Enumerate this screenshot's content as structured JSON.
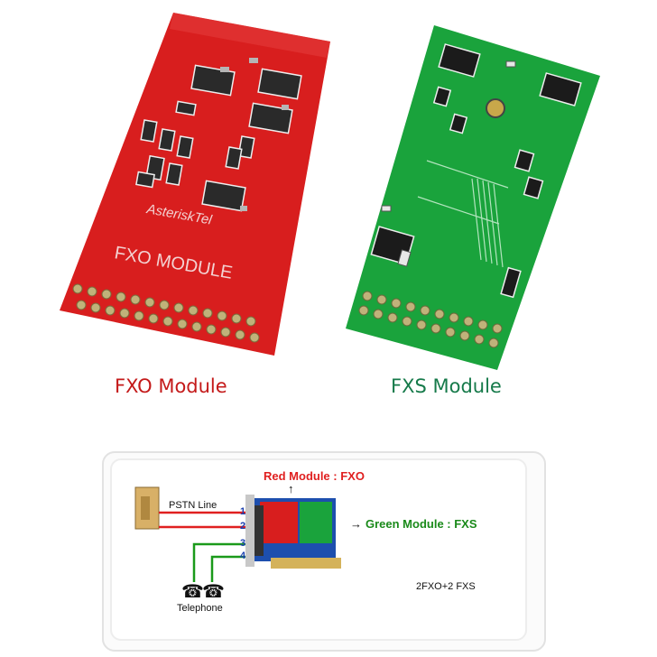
{
  "image": {
    "fxo_board": {
      "silkscreen_brand": "AsteriskTel",
      "silkscreen_title": "FXO MODULE",
      "color": "#d81e1e"
    },
    "fxs_board": {
      "color": "#1aa33c"
    },
    "captions": {
      "fxo": "FXO Module",
      "fxs": "FXS Module"
    }
  },
  "diagram": {
    "pstn_label": "PSTN Line",
    "red_module_label": "Red Module : FXO",
    "green_module_label": "Green Module : FXS",
    "ports": [
      "1",
      "2",
      "3",
      "4"
    ],
    "telephone_label": "Telephone",
    "config_label": "2FXO+2 FXS",
    "arrow_right": "→",
    "arrow_up": "↑",
    "phone_glyph": "☎"
  },
  "colors": {
    "fxo_red": "#d81e1e",
    "fxs_green": "#1aa33c",
    "caption_red": "#c41a1a",
    "caption_green": "#167a4a",
    "port_blue": "#1a3fb0"
  }
}
